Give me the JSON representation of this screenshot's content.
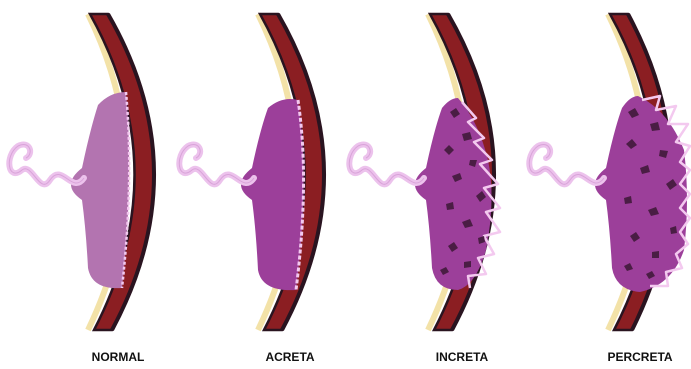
{
  "panels": [
    {
      "label": "NORMAL"
    },
    {
      "label": "ACRETA"
    },
    {
      "label": "INCRETA"
    },
    {
      "label": "PERCRETA"
    }
  ],
  "colors": {
    "background": "#ffffff",
    "uterine_wall": "#8b1e22",
    "wall_outline": "#2a1420",
    "decidua": "#f3e2a8",
    "placenta_normal": "#b374b0",
    "placenta_invasive": "#9c3f9a",
    "villi": "#f3c9ef",
    "cord": "#ecc2ec",
    "inclusions": "#4a1d44",
    "label_text": "#111111"
  }
}
